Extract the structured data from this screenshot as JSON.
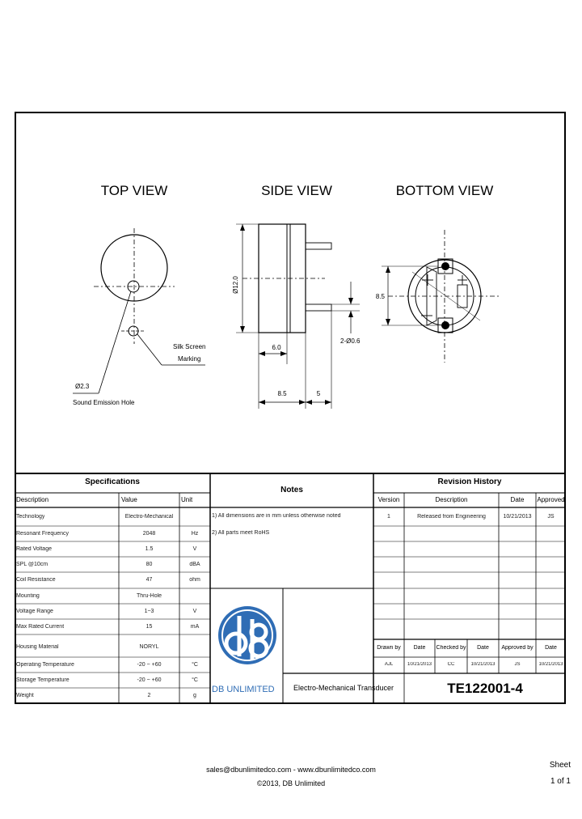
{
  "views": {
    "top": "TOP VIEW",
    "side": "SIDE VIEW",
    "bottom": "BOTTOM VIEW"
  },
  "dims": {
    "diameter": "Ø12.0",
    "dim_60": "6.0",
    "dim_85_side": "8.5",
    "dim_5": "5",
    "pins": "2-Ø0.6",
    "dim_85_bottom": "8.5",
    "hole": "Ø2.3",
    "hole_label": "Sound Emission Hole",
    "silk_line1": "Silk Screen",
    "silk_line2": "Marking"
  },
  "specifications": {
    "title": "Specifications",
    "headers": [
      "Description",
      "Value",
      "Unit"
    ],
    "rows": [
      {
        "d": "Technology",
        "v": "Electro-Mechanical",
        "u": ""
      },
      {
        "d": "Resonant Frequency",
        "v": "2048",
        "u": "Hz"
      },
      {
        "d": "Rated Voltage",
        "v": "1.5",
        "u": "V"
      },
      {
        "d": "SPL @10cm",
        "v": "80",
        "u": "dBA"
      },
      {
        "d": "Coil Resistance",
        "v": "47",
        "u": "ohm"
      },
      {
        "d": "Mounting",
        "v": "Thru-Hole",
        "u": ""
      },
      {
        "d": "Voltage Range",
        "v": "1~3",
        "u": "V"
      },
      {
        "d": "Max Rated Current",
        "v": "15",
        "u": "mA"
      },
      {
        "d": "Housing Material",
        "v": "NORYL",
        "u": ""
      },
      {
        "d": "Operating Temperature",
        "v": "-20 ~ +60",
        "u": "°C"
      },
      {
        "d": "Storage Temperature",
        "v": "-20 ~ +60",
        "u": "°C"
      },
      {
        "d": "Weight",
        "v": "2",
        "u": "g"
      }
    ]
  },
  "notes": {
    "title": "Notes",
    "items": [
      "1) All dimensions are in mm unless otherwise noted",
      "2) All parts meet RoHS"
    ]
  },
  "revision": {
    "title": "Revision History",
    "headers": [
      "Version",
      "Description",
      "Date",
      "Approved"
    ],
    "rows": [
      {
        "ver": "1",
        "desc": "Released from Engineering",
        "date": "10/21/2013",
        "appr": "JS"
      }
    ]
  },
  "signoff": {
    "headers": [
      "Drawn by",
      "Date",
      "Checked by",
      "Date",
      "Approved by",
      "Date"
    ],
    "values": [
      "AJL",
      "10/21/2013",
      "CC",
      "10/21/2013",
      "JS",
      "10/21/2013"
    ]
  },
  "logo": {
    "brand": "DB UNLIMITED",
    "color": "#2f6db5"
  },
  "part": {
    "description": "Electro-Mechanical Transducer",
    "number": "TE122001-4"
  },
  "footer": {
    "contact": "sales@dbunlimitedco.com  -  www.dbunlimitedco.com",
    "copyright": "©2013, DB Unlimited",
    "sheet_label": "Sheet",
    "sheet_num": "1 of 1"
  }
}
